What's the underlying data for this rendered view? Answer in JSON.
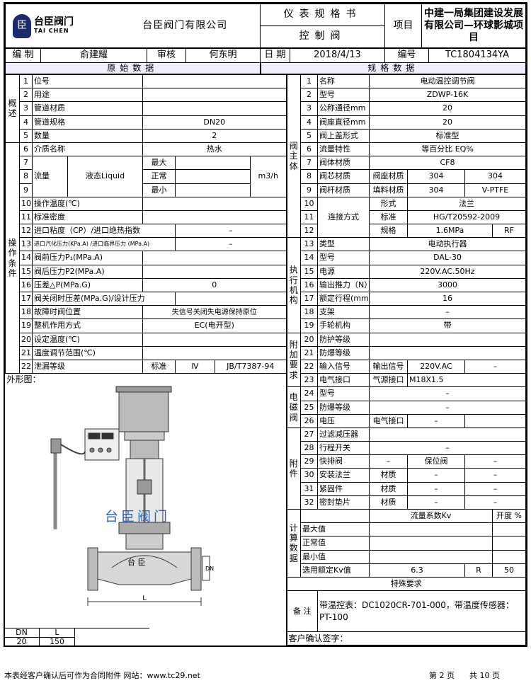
{
  "header": {
    "logo_text": "台臣阀门",
    "logo_sub": "TAI CHEN",
    "company": "台臣阀门有限公司",
    "doc_title": "仪表规格书",
    "doc_sub": "控制阀",
    "project_label": "项目",
    "project_name": "中建一局集团建设发展有限公司—环球影城项目"
  },
  "meta": {
    "compiler_label": "编 制",
    "compiler": "俞建耀",
    "review_label": "审核",
    "reviewer": "何东明",
    "date_label": "日 期",
    "date": "2018/4/13",
    "no_label": "编号",
    "no": "TC1804134YA",
    "left_section": "原始数据",
    "right_section": "规格数据"
  },
  "groups": {
    "overview": "概述",
    "operating": "操作条件",
    "valve_body": "阀主体",
    "actuator": "执行机构",
    "addl": "附加要求",
    "solenoid": "电磁阀",
    "accessories": "附件",
    "calc": "计算数据"
  },
  "left": {
    "r1": "位号",
    "r2": "用途",
    "r3": "管道材质",
    "r4": "管道规格",
    "r4v": "DN20",
    "r5": "数量",
    "r5v": "2",
    "r6": "介质名称",
    "r6v": "热水",
    "flow": "流量",
    "liquid": "液态Liquid",
    "max": "最大",
    "norm": "正常",
    "min": "最小",
    "unit": "m3/h",
    "r10": "操作温度(℃)",
    "r11": " 标准密度",
    "r12": "进口粘度（CP）/进口绝热指数",
    "r12v": "–",
    "r13": "进口汽化压力(KPa.A) /进口临界压力 (MPa.A)",
    "r13v": "–",
    "r14": "阀前压力P₁(MPa.A)",
    "r15": "阀后压力P2(MPa.A)",
    "r16": "压差△P(MPa.G)",
    "r16v": "0",
    "r17": "阀关闭时压差(MPa.G)/设计压力",
    "r18": "故障时阀位置",
    "r18v": "失信号关闭失电源保持原位",
    "r19": "整机作用方式",
    "r19v": "EC(电开型)",
    "r20": "设定温度(℃)",
    "r21": "温度调节范围(℃)",
    "r22": "泄漏等级",
    "r22a": "标准",
    "r22b": "Ⅳ",
    "r22c": "JB/T7387-94",
    "drawing_label": "外形图：",
    "drawing_brand": "台臣阀门",
    "drawing_body_text": "台 臣",
    "dn_label": "DN",
    "l_label": "L",
    "dn": "20",
    "l": "150"
  },
  "right": {
    "r1": "名称",
    "r1v": "电动温控调节阀",
    "r2": "型号",
    "r2v": "ZDWP-16K",
    "r3": "公称通径mm",
    "r3v": "20",
    "r4": "阀座直径mm",
    "r4v": "20",
    "r5": "阀上盖形式",
    "r5v": "标准型",
    "r6": "流量特性",
    "r6v": "等百分比 EQ%",
    "r7": "阀体材质",
    "r7v": "CF8",
    "r8": "阀芯材质",
    "r8a": "阀座材质",
    "r8b": "304",
    "r8c": "304",
    "r9": "阀杆材质",
    "r9a": "填料材质",
    "r9b": "304",
    "r9c": "V-PTFE",
    "conn": "连接方式",
    "r10a": "形式",
    "r10v": "法兰",
    "r11a": "标准",
    "r11v": "HG/T20592-2009",
    "r12a": "规格",
    "r12v": "1.6MPa",
    "r12c": "RF",
    "r13": "类型",
    "r13v": "电动执行器",
    "r14": "型号",
    "r14v": "DAL-30",
    "r15": "电源",
    "r15v": "220V.AC.50Hz",
    "r16": "输出推力（N）",
    "r16v": "3000",
    "r17": "额定行程(mm)",
    "r17v": "16",
    "r18": "支架",
    "r18v": "–",
    "r19": "手轮机构",
    "r19v": "带",
    "r20": "防护等级",
    "r21": "防爆等级",
    "r22": "输入信号",
    "r22a": "输出信号",
    "r22b": "220V.AC",
    "r22c": "–",
    "r23": "电气接口",
    "r23a": "气源接口",
    "r23b": "M18X1.5",
    "r24": "型号",
    "r24v": "–",
    "r25": "防爆等级",
    "r25v": "–",
    "r26": "电压",
    "r26a": "电气接口",
    "r26b": "–",
    "r27": "过滤减压器",
    "r28": "行程开关",
    "r28v": "–",
    "r29": "快排阀",
    "r29a": "–",
    "r29b": "保位阀",
    "r29c": "–",
    "r30": "安装法兰",
    "r30a": "材质",
    "r30b": "–",
    "r30c": "–",
    "r31": "紧固件",
    "r31a": "材质",
    "r31b": "–",
    "r31c": "–",
    "r32": "密封垫片",
    "r32a": "材质",
    "r32b": "–",
    "r32c": "–",
    "kv_label": "流量系数Kv",
    "open_label": "开度 %",
    "c_max": "最大值",
    "c_norm": "正常值",
    "c_min": "最小值",
    "c_sel": "选用额定Kv值",
    "c_sel_v": "6.3",
    "c_sel_r": "R",
    "c_sel_n": "50",
    "special": "特殊要求",
    "remark_label": "备 注",
    "remark": "带温控表：DC1020CR-701-000，带温度传感器：PT-100",
    "sign": "客户确认签字："
  },
  "footer": {
    "left": "本表经客户确认后可作为合同附件 网站：www.tc29.net",
    "page": "第 2 页",
    "total": "共 10 页"
  }
}
